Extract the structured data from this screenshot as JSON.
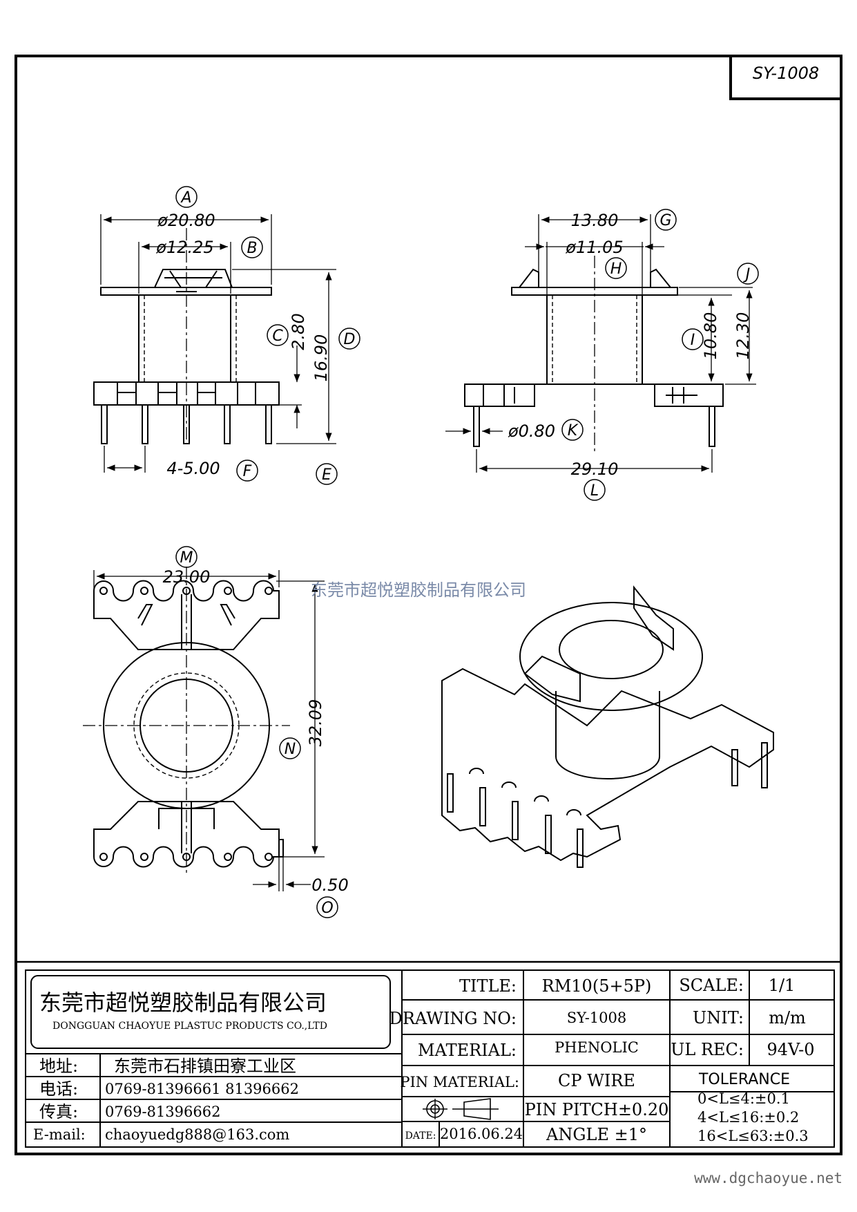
{
  "drawing_id": "SY-1008",
  "watermark": "东莞市超悦塑胶制品有限公司",
  "site_url": "www.dgchaoyue.net",
  "labels": {
    "A": "A",
    "B": "B",
    "C": "C",
    "D": "D",
    "E": "E",
    "F": "F",
    "G": "G",
    "H": "H",
    "I": "I",
    "J": "J",
    "K": "K",
    "L": "L",
    "M": "M",
    "N": "N",
    "O": "O"
  },
  "dims": {
    "A": "ø20.80",
    "B": "ø12.25",
    "C": "2.80",
    "D": "16.90",
    "F": "4-5.00",
    "G": "13.80",
    "H": "ø11.05",
    "I": "10.80",
    "J": "12.30",
    "K": "ø0.80",
    "L": "29.10",
    "M": "23.00",
    "N": "32.09",
    "O": "0.50"
  },
  "company": {
    "name_cn": "东莞市超悦塑胶制品有限公司",
    "name_en": "DONGGUAN CHAOYUE PLASTUC PRODUCTS CO.,LTD",
    "address_label": "地址:",
    "address": "东莞市石排镇田寮工业区",
    "phone_label": "电话:",
    "phone": "0769-81396661  81396662",
    "fax_label": "传真:",
    "fax": "0769-81396662",
    "email_label": "E-mail:",
    "email": "chaoyuedg888@163.com"
  },
  "title_block": {
    "title_label": "TITLE:",
    "title": "RM10(5+5P)",
    "drawing_no_label": "DRAWING NO:",
    "drawing_no": "SY-1008",
    "material_label": "MATERIAL:",
    "material": "PHENOLIC",
    "pin_material_label": "PIN MATERIAL:",
    "pin_material": "CP WIRE",
    "pin_pitch": "PIN PITCH±0.20",
    "date_label": "DATE:",
    "date": "2016.06.24",
    "angle": "ANGLE  ±1°",
    "scale_label": "SCALE:",
    "scale": "1/1",
    "unit_label": "UNIT:",
    "unit": "m/m",
    "ul_label": "UL REC:",
    "ul": "94V-0",
    "tolerance_label": "TOLERANCE",
    "tolerance": [
      "0<L≤4:±0.1",
      "4<L≤16:±0.2",
      "16<L≤63:±0.3"
    ]
  }
}
